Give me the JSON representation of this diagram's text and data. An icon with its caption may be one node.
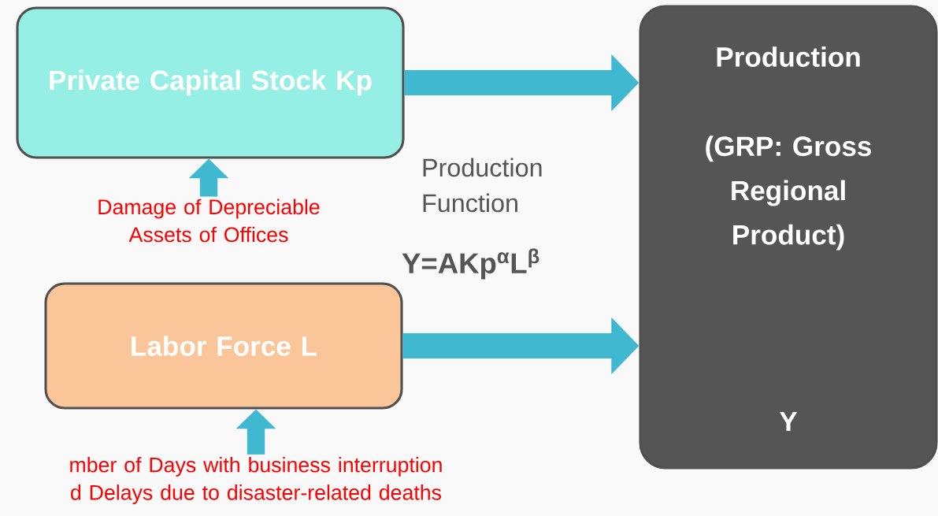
{
  "diagram": {
    "nodes": [
      {
        "text": [
          "Private Capital Stock Kp"
        ]
      },
      {
        "text": [
          "Labor Force L"
        ]
      },
      {
        "text": [
          "Production",
          "(GRP: Gross Regional Product)",
          "Y"
        ]
      },
      {
        "text": [
          "Damage of Depreciable Assets of Offices"
        ]
      },
      {
        "text": [
          "mber of Days with business interruption d Delays due to disaster-related deaths"
        ]
      }
    ],
    "edges": [
      {
        "from": 0,
        "to": 2,
        "arrow": "to"
      },
      {
        "from": 1,
        "to": 2,
        "arrow": "to"
      },
      {
        "from": 3,
        "to": 0,
        "arrow": "to"
      },
      {
        "from": 4,
        "to": 1,
        "arrow": "to"
      }
    ],
    "labels": [
      "Production Function",
      "Y=AKp$^{α}$L$^{β}$"
    ]
  }
}
